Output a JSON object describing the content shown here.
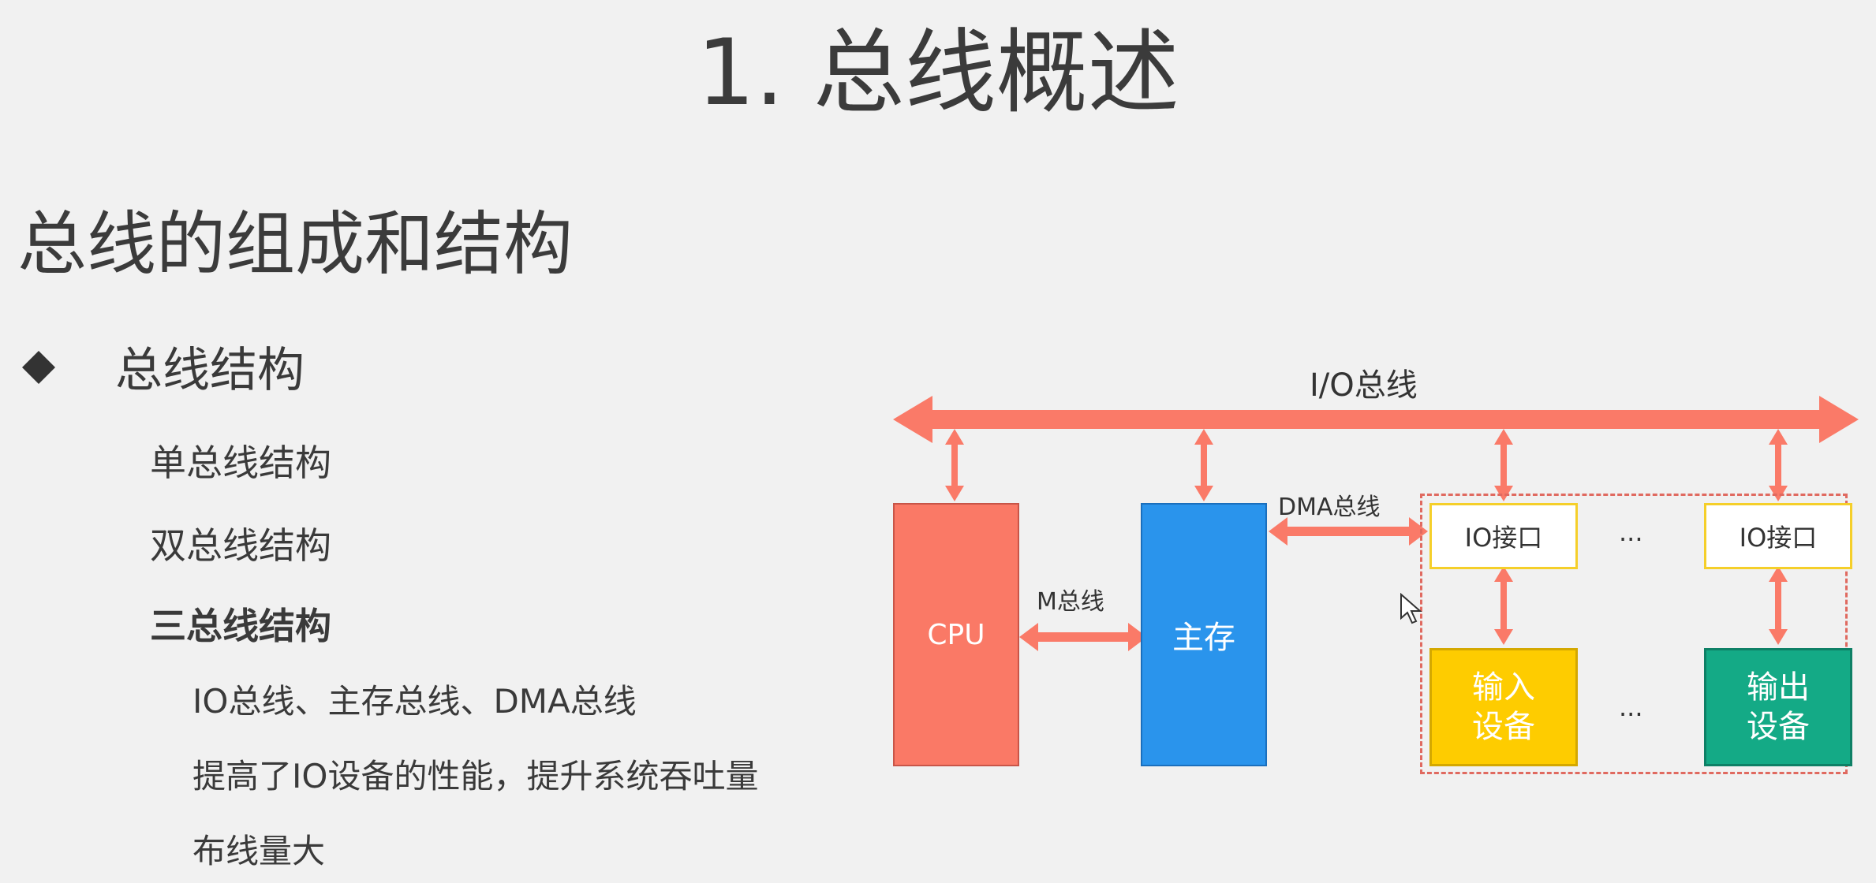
{
  "title": "1. 总线概述",
  "section_heading": "总线的组成和结构",
  "bullet": "总线结构",
  "items": {
    "single": "单总线结构",
    "dual": "双总线结构",
    "triple": "三总线结构",
    "sub1": "IO总线、主存总线、DMA总线",
    "sub2": "提高了IO设备的性能，提升系统吞吐量",
    "sub3": "布线量大"
  },
  "diagram": {
    "io_bus_label": "I/O总线",
    "dma_bus_label": "DMA总线",
    "m_bus_label": "M总线",
    "cpu": "CPU",
    "memory": "主存",
    "io_interface_1": "IO接口",
    "io_interface_2": "IO接口",
    "ellipsis_top": "...",
    "ellipsis_bottom": "...",
    "input_device_line1": "输入",
    "input_device_line2": "设备",
    "output_device_line1": "输出",
    "output_device_line2": "设备"
  },
  "colors": {
    "bus_arrow": "#fa7a68",
    "cpu": "#fa7966",
    "memory": "#2a94ec",
    "io_interface_border": "#f5cf2a",
    "input_device": "#fecc00",
    "output_device": "#14aa86",
    "dashed_border": "#e06a60"
  }
}
